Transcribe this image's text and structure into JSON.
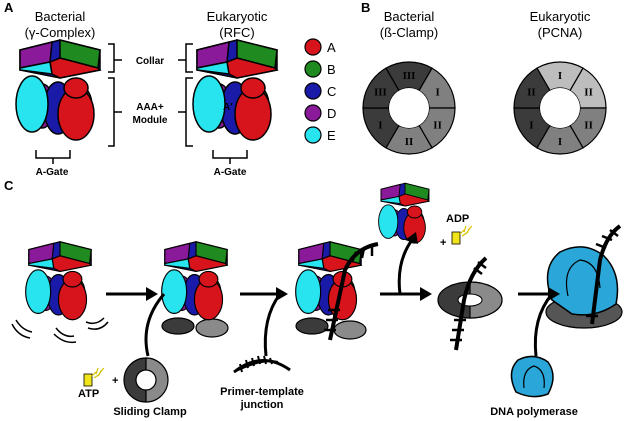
{
  "panels": {
    "a": "A",
    "b": "B",
    "c": "C"
  },
  "panel_a": {
    "bacterial_title_1": "Bacterial",
    "bacterial_title_2": "(γ-Complex)",
    "eukaryotic_title_1": "Eukaryotic",
    "eukaryotic_title_2": "(RFC)",
    "collar_label": "Collar",
    "aaa_label_1": "AAA+",
    "aaa_label_2": "Module",
    "agate_label_left": "A-Gate",
    "agate_label_right": "A-Gate",
    "a_prime": "A'",
    "legend": [
      {
        "label": "A",
        "color": "#d7141b"
      },
      {
        "label": "B",
        "color": "#1f8a1f"
      },
      {
        "label": "C",
        "color": "#1a1aa8"
      },
      {
        "label": "D",
        "color": "#8b1a9a"
      },
      {
        "label": "E",
        "color": "#27e4ee"
      }
    ]
  },
  "panel_b": {
    "bacterial_title_1": "Bacterial",
    "bacterial_title_2": "(ß-Clamp)",
    "eukaryotic_title_1": "Eukaryotic",
    "eukaryotic_title_2": "(PCNA)",
    "bacterial_domains": [
      "III",
      "I",
      "II",
      "II",
      "I",
      "III"
    ],
    "eukaryotic_domains": [
      "I",
      "II",
      "II",
      "I",
      "I",
      "II"
    ]
  },
  "panel_c": {
    "atp_label": "ATP",
    "plus_1": "+",
    "sliding_clamp_label": "Sliding Clamp",
    "primer_label_1": "Primer-template",
    "primer_label_2": "junction",
    "adp_label": "ADP",
    "plus_2": "+",
    "dna_pol_label": "DNA polymerase"
  },
  "colors": {
    "A": "#d7141b",
    "B": "#1f8a1f",
    "C": "#1a1aa8",
    "D": "#8b1a9a",
    "E": "#27e4ee",
    "clamp_dark": "#3b3b3b",
    "clamp_mid": "#808080",
    "clamp_light": "#bdbdbd",
    "polymerase": "#2aa6d8",
    "atp": "#f1e51a"
  }
}
